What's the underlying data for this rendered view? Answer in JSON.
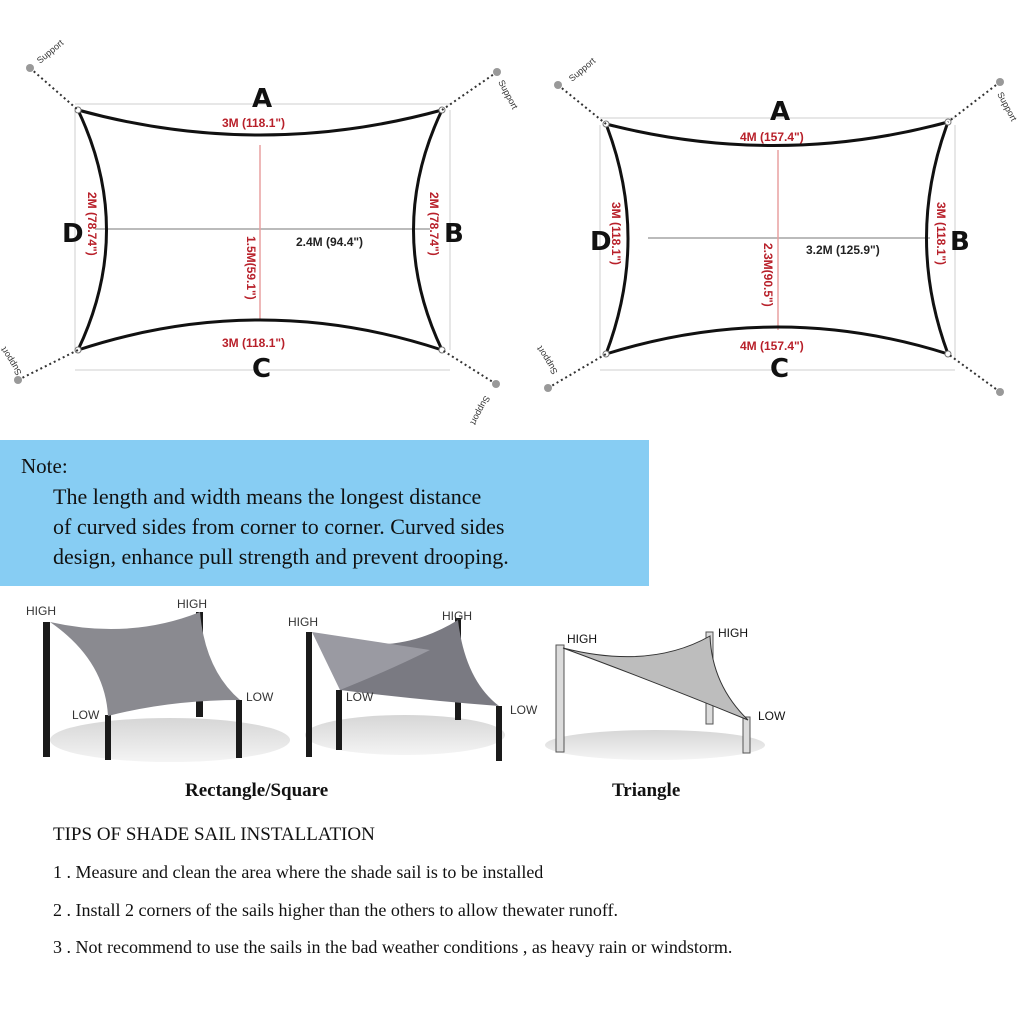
{
  "diagrams": [
    {
      "side_a": "A",
      "side_b": "B",
      "side_c": "C",
      "side_d": "D",
      "top_dim": "3M (118.1\")",
      "bottom_dim": "3M (118.1\")",
      "left_dim": "2M (78.74\")",
      "right_dim": "2M (78.74\")",
      "h_dim": "2.4M (94.4\")",
      "v_dim": "1.5M(59.1\")",
      "support": "Support"
    },
    {
      "side_a": "A",
      "side_b": "B",
      "side_c": "C",
      "side_d": "D",
      "top_dim": "4M (157.4\")",
      "bottom_dim": "4M (157.4\")",
      "left_dim": "3M (118.1\")",
      "right_dim": "3M (118.1\")",
      "h_dim": "3.2M (125.9\")",
      "v_dim": "2.3M(90.5\")",
      "support": "Support"
    }
  ],
  "note": {
    "title": "Note:",
    "line1": "The length and width means the longest distance",
    "line2": "of curved sides from corner to corner. Curved sides",
    "line3": "design, enhance pull strength and prevent drooping."
  },
  "installs": {
    "high": "HIGH",
    "low": "LOW"
  },
  "captions": {
    "rectangle": "Rectangle/Square",
    "triangle": "Triangle"
  },
  "tips": {
    "title": "TIPS OF SHADE SAIL INSTALLATION",
    "items": [
      "1 . Measure and clean the area where the shade sail is to be installed",
      "2 . Install 2 corners of the sails higher than the others to allow thewater runoff.",
      "3 . Not recommend to use the sails in the bad weather conditions , as heavy rain or windstorm."
    ]
  },
  "colors": {
    "note_bg": "#87cdf3",
    "dimension_red": "#b8202a",
    "sail_gray": "#8a8a90"
  }
}
